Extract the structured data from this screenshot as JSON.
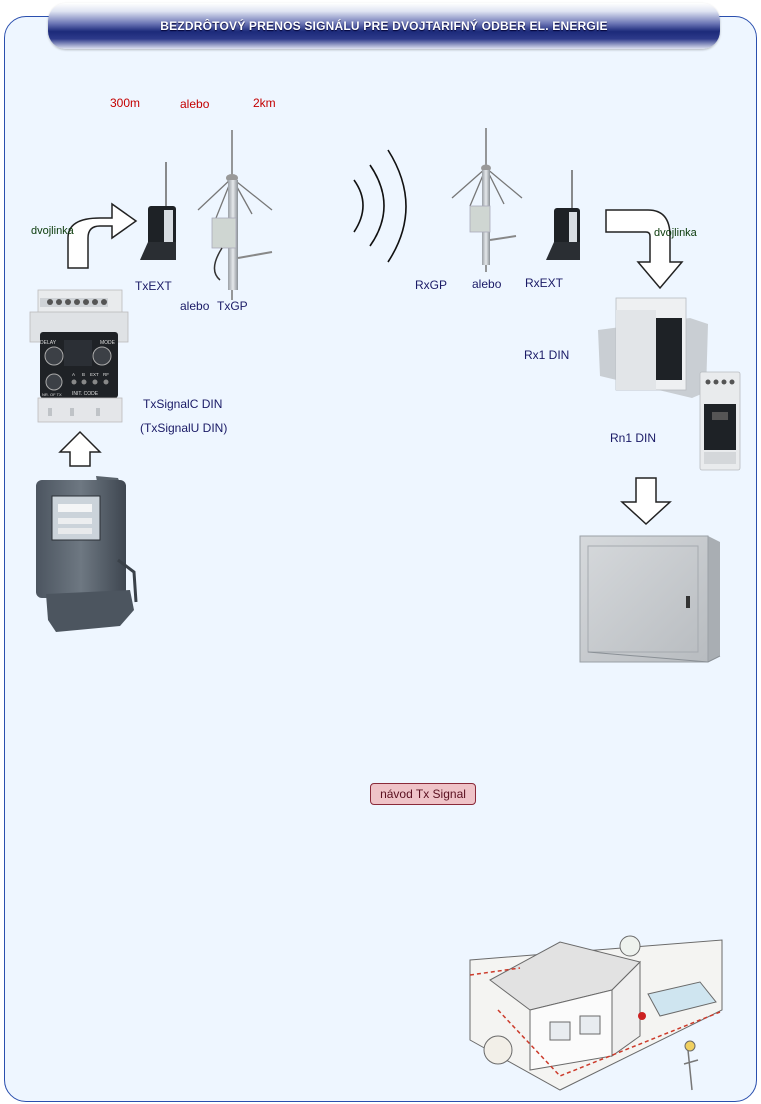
{
  "header": {
    "title": "BEZDRÔTOVÝ PRENOS SIGNÁLU PRE DVOJTARIFNÝ ODBER EL. ENERGIE"
  },
  "range": {
    "short": "300m",
    "or": "alebo",
    "long": "2km"
  },
  "labels": {
    "dvojlinka_left": "dvojlinka",
    "dvojlinka_right": "dvojlinka",
    "txext": "TxEXT",
    "alebo_tx": "alebo",
    "txgp": "TxGP",
    "rxgp": "RxGP",
    "alebo_rx": "alebo",
    "rxext": "RxEXT",
    "rx1din": "Rx1 DIN",
    "rn1din": "Rn1 DIN",
    "txsignalc": "TxSignalC DIN",
    "txsignalu": "(TxSignalU DIN)"
  },
  "device_text": {
    "delay": "DELAY",
    "mode": "MODE",
    "init_code": "INIT. CODE",
    "nr_of_tx": "NR. OF TX",
    "a": "A",
    "b": "B",
    "ext": "EXT",
    "rf": "RF"
  },
  "link": {
    "manual": "návod Tx Signal"
  }
}
